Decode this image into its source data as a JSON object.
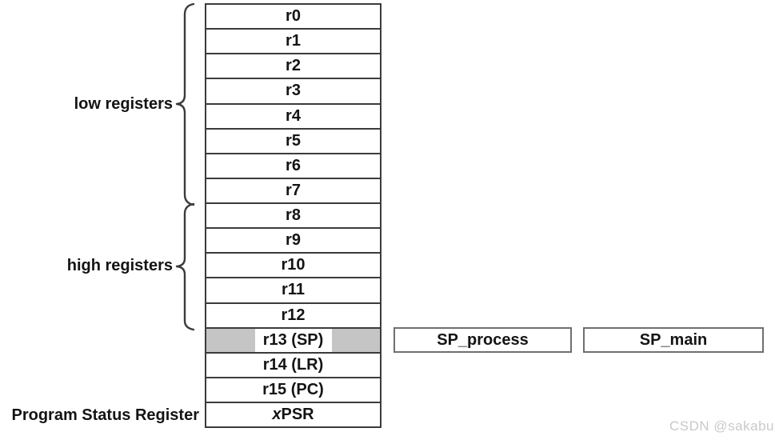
{
  "labels": {
    "low_registers": "low registers",
    "high_registers": "high registers",
    "program_status_register": "Program Status Register"
  },
  "register_rows": [
    "r0",
    "r1",
    "r2",
    "r3",
    "r4",
    "r5",
    "r6",
    "r7",
    "r8",
    "r9",
    "r10",
    "r11",
    "r12",
    "r13 (SP)",
    "r14 (LR)",
    "r15 (PC)"
  ],
  "psr_row": {
    "italic": "x",
    "text": "PSR"
  },
  "banked_sp": {
    "process": "SP_process",
    "main": "SP_main"
  },
  "watermark": "CSDN @sakabu",
  "colors": {
    "line": "#3b3b3b",
    "sp_box_line": "#6f6f6f",
    "sp_row_shading": "#c5c5c5",
    "text": "#141414",
    "watermark": "#c9c9c9",
    "background": "#ffffff"
  }
}
